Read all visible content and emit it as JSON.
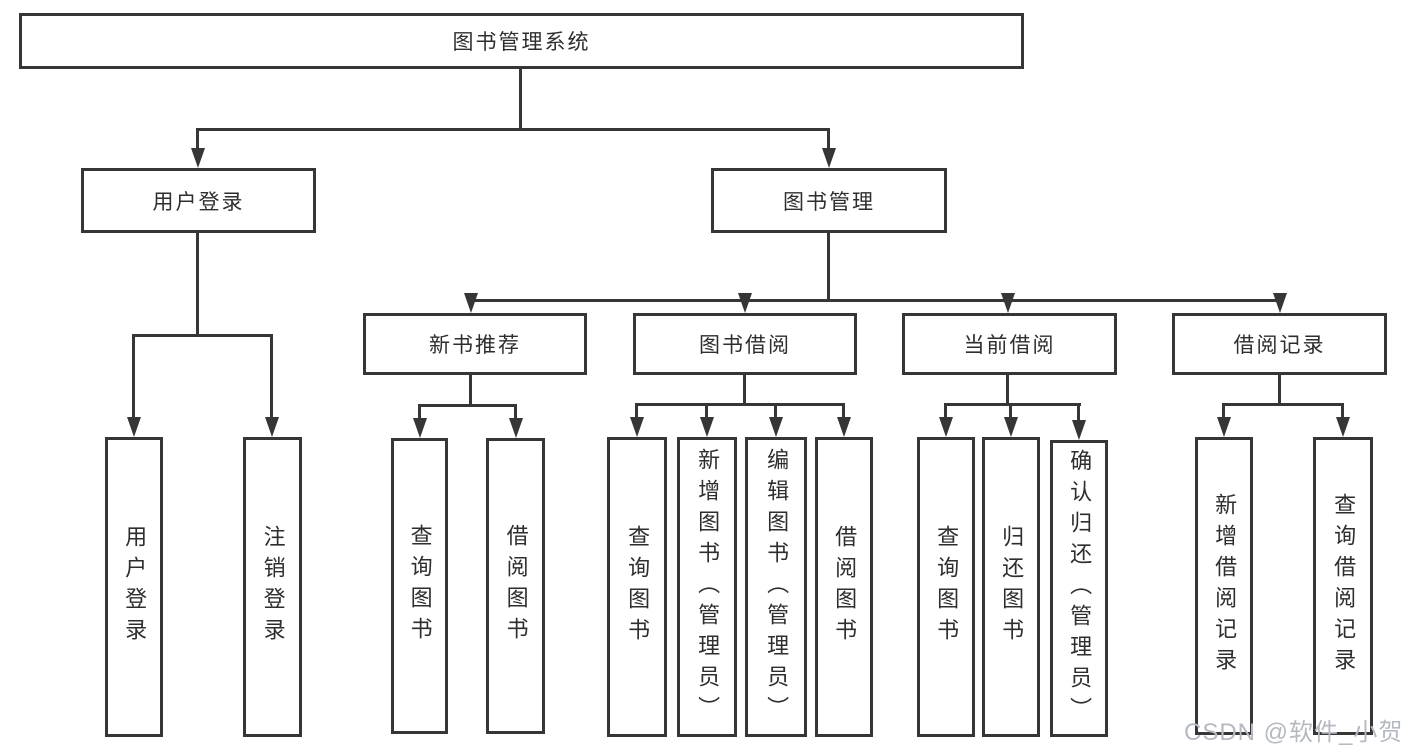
{
  "diagram_title": "图书管理系统",
  "tree": {
    "root": "图书管理系统",
    "branches": [
      {
        "label": "用户登录",
        "children": [
          {
            "label": "用户登录"
          },
          {
            "label": "注销登录"
          }
        ]
      },
      {
        "label": "图书管理",
        "children": [
          {
            "label": "新书推荐",
            "children": [
              {
                "label": "查询图书"
              },
              {
                "label": "借阅图书"
              }
            ]
          },
          {
            "label": "图书借阅",
            "children": [
              {
                "label": "查询图书"
              },
              {
                "label": "新增图书（管理员）"
              },
              {
                "label": "编辑图书（管理员）"
              },
              {
                "label": "借阅图书"
              }
            ]
          },
          {
            "label": "当前借阅",
            "children": [
              {
                "label": "查询图书"
              },
              {
                "label": "归还图书"
              },
              {
                "label": "确认归还（管理员）"
              }
            ]
          },
          {
            "label": "借阅记录",
            "children": [
              {
                "label": "新增借阅记录"
              },
              {
                "label": "查询借阅记录"
              }
            ]
          }
        ]
      }
    ]
  },
  "watermark": {
    "text": "CSDN @软件_小贺同学"
  },
  "colors": {
    "line": "#363636",
    "text": "#2e2e2e",
    "background": "#ffffff",
    "watermark": "#b5b9c1"
  }
}
